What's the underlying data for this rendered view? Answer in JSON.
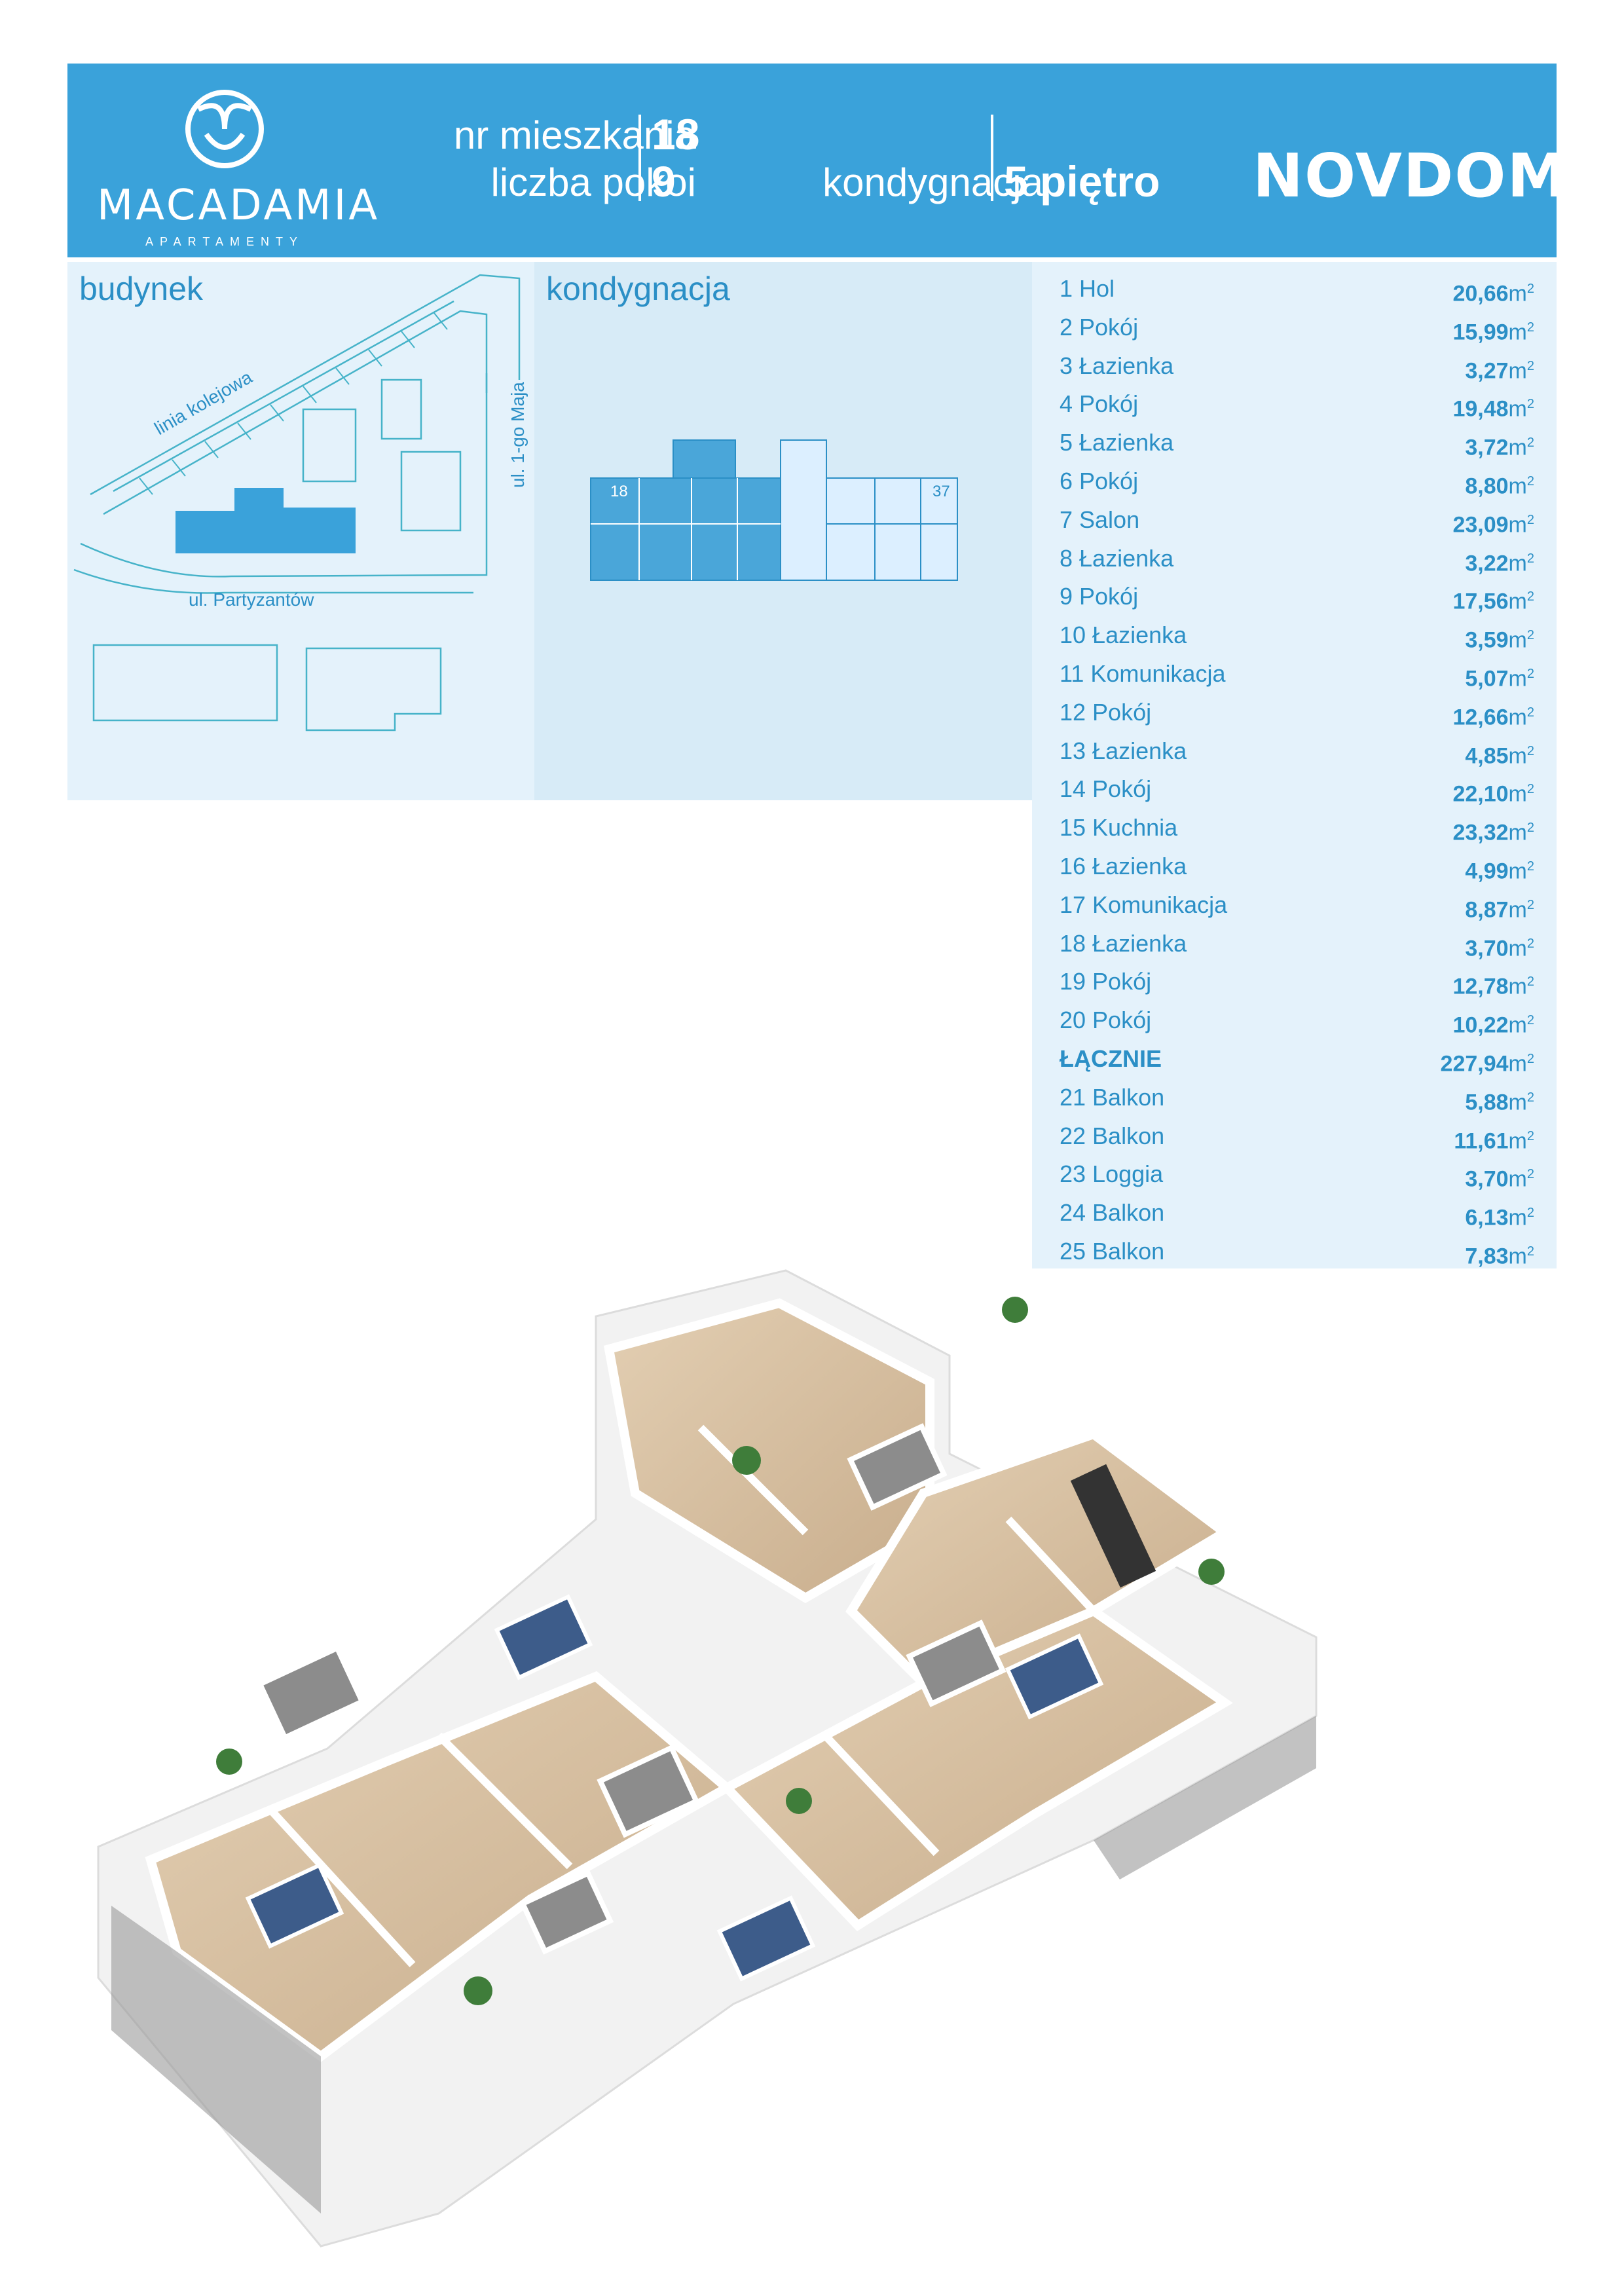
{
  "header": {
    "brand_left": "MACADAMIA",
    "brand_left_sub": "APARTAMENTY",
    "apt_label": "nr mieszkania",
    "apt_value": "18",
    "rooms_label": "liczba pokoi",
    "rooms_value": "9",
    "floor_label": "kondygnacja",
    "floor_value": "5 piętro",
    "brand_right": "NOVDOM"
  },
  "building_panel": {
    "title": "budynek",
    "streets": [
      "linia kolejowa",
      "ul. 1-go Maja",
      "ul. Partyzantów"
    ]
  },
  "floor_panel": {
    "title": "kondygnacja",
    "marks": [
      "18",
      "37"
    ]
  },
  "rooms": [
    {
      "name": "1 Hol",
      "area": "20,66"
    },
    {
      "name": "2 Pokój",
      "area": "15,99"
    },
    {
      "name": "3 Łazienka",
      "area": "3,27"
    },
    {
      "name": "4 Pokój",
      "area": "19,48"
    },
    {
      "name": "5 Łazienka",
      "area": "3,72"
    },
    {
      "name": "6 Pokój",
      "area": "8,80"
    },
    {
      "name": "7 Salon",
      "area": "23,09"
    },
    {
      "name": "8 Łazienka",
      "area": "3,22"
    },
    {
      "name": "9 Pokój",
      "area": "17,56"
    },
    {
      "name": "10 Łazienka",
      "area": "3,59"
    },
    {
      "name": "11 Komunikacja",
      "area": "5,07"
    },
    {
      "name": "12 Pokój",
      "area": "12,66"
    },
    {
      "name": "13 Łazienka",
      "area": "4,85"
    },
    {
      "name": "14 Pokój",
      "area": "22,10"
    },
    {
      "name": "15 Kuchnia",
      "area": "23,32"
    },
    {
      "name": "16 Łazienka",
      "area": "4,99"
    },
    {
      "name": "17 Komunikacja",
      "area": "8,87"
    },
    {
      "name": "18 Łazienka",
      "area": "3,70"
    },
    {
      "name": "19 Pokój",
      "area": "12,78"
    },
    {
      "name": "20 Pokój",
      "area": "10,22"
    },
    {
      "name": "ŁĄCZNIE",
      "area": "227,94",
      "total": true
    },
    {
      "name": "21 Balkon",
      "area": "5,88"
    },
    {
      "name": "22 Balkon",
      "area": "11,61"
    },
    {
      "name": "23 Loggia",
      "area": "3,70"
    },
    {
      "name": "24 Balkon",
      "area": "6,13"
    },
    {
      "name": "25 Balkon",
      "area": "7,83"
    }
  ],
  "area_unit": "m",
  "area_unit_exp": "2",
  "colors": {
    "header_bg": "#3aa2da",
    "accent": "#2b8fc6",
    "panel_bg": "#e4f2fb"
  }
}
